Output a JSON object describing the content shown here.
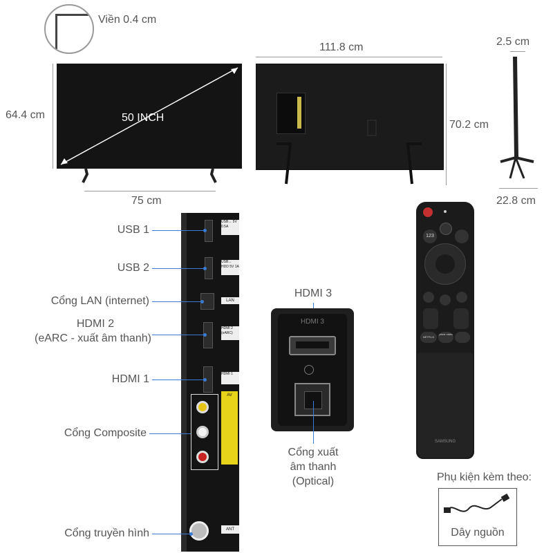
{
  "dimensions": {
    "bezel": "Viền 0.4 cm",
    "screen_size": "50 INCH",
    "height_front": "64.4 cm",
    "stand_width": "75 cm",
    "width": "111.8 cm",
    "height_back": "70.2 cm",
    "depth_top": "2.5 cm",
    "depth_base": "22.8 cm"
  },
  "ports": {
    "usb1": "USB 1",
    "usb2": "USB 2",
    "lan": "Cổng LAN (internet)",
    "hdmi2_line1": "HDMI 2",
    "hdmi2_line2": "(eARC - xuất âm thanh)",
    "hdmi1": "HDMI 1",
    "composite": "Cổng Composite",
    "antenna": "Cổng truyền hình",
    "hdmi3": "HDMI 3",
    "optical_line1": "Cổng xuất",
    "optical_line2": "âm thanh",
    "optical_line3": "(Optical)"
  },
  "panel_markings": {
    "usb1": "USB↔ 5V 0.5A",
    "usb2": "USB↔ HDD 5V 1A",
    "lan": "LAN",
    "hdmi2": "HDMI 2 (eARC)",
    "hdmi1": "HDMI 1",
    "av": "AV",
    "ant": "ANT",
    "hdmi3": "HDMI 3"
  },
  "remote": {
    "btn_123": "123",
    "netflix": "NETFLIX",
    "prime": "prime video",
    "brand": "SAMSUNG"
  },
  "accessories": {
    "heading": "Phụ kiện kèm theo:",
    "power_cord": "Dây nguồn"
  }
}
